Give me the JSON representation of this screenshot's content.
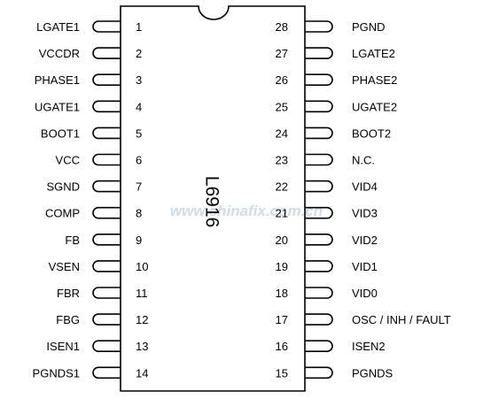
{
  "chip": {
    "name": "L6916",
    "watermark": "www.chinafix.com.cn"
  },
  "pins_left": [
    {
      "number": "1",
      "label": "LGATE1"
    },
    {
      "number": "2",
      "label": "VCCDR"
    },
    {
      "number": "3",
      "label": "PHASE1"
    },
    {
      "number": "4",
      "label": "UGATE1"
    },
    {
      "number": "5",
      "label": "BOOT1"
    },
    {
      "number": "6",
      "label": "VCC"
    },
    {
      "number": "7",
      "label": "SGND"
    },
    {
      "number": "8",
      "label": "COMP"
    },
    {
      "number": "9",
      "label": "FB"
    },
    {
      "number": "10",
      "label": "VSEN"
    },
    {
      "number": "11",
      "label": "FBR"
    },
    {
      "number": "12",
      "label": "FBG"
    },
    {
      "number": "13",
      "label": "ISEN1"
    },
    {
      "number": "14",
      "label": "PGNDS1"
    }
  ],
  "pins_right": [
    {
      "number": "28",
      "label": "PGND"
    },
    {
      "number": "27",
      "label": "LGATE2"
    },
    {
      "number": "26",
      "label": "PHASE2"
    },
    {
      "number": "25",
      "label": "UGATE2"
    },
    {
      "number": "24",
      "label": "BOOT2"
    },
    {
      "number": "23",
      "label": "N.C."
    },
    {
      "number": "22",
      "label": "VID4"
    },
    {
      "number": "21",
      "label": "VID3"
    },
    {
      "number": "20",
      "label": "VID2"
    },
    {
      "number": "19",
      "label": "VID1"
    },
    {
      "number": "18",
      "label": "VID0"
    },
    {
      "number": "17",
      "label": "OSC / INH / FAULT"
    },
    {
      "number": "16",
      "label": "ISEN2"
    },
    {
      "number": "15",
      "label": "PGNDS"
    }
  ]
}
